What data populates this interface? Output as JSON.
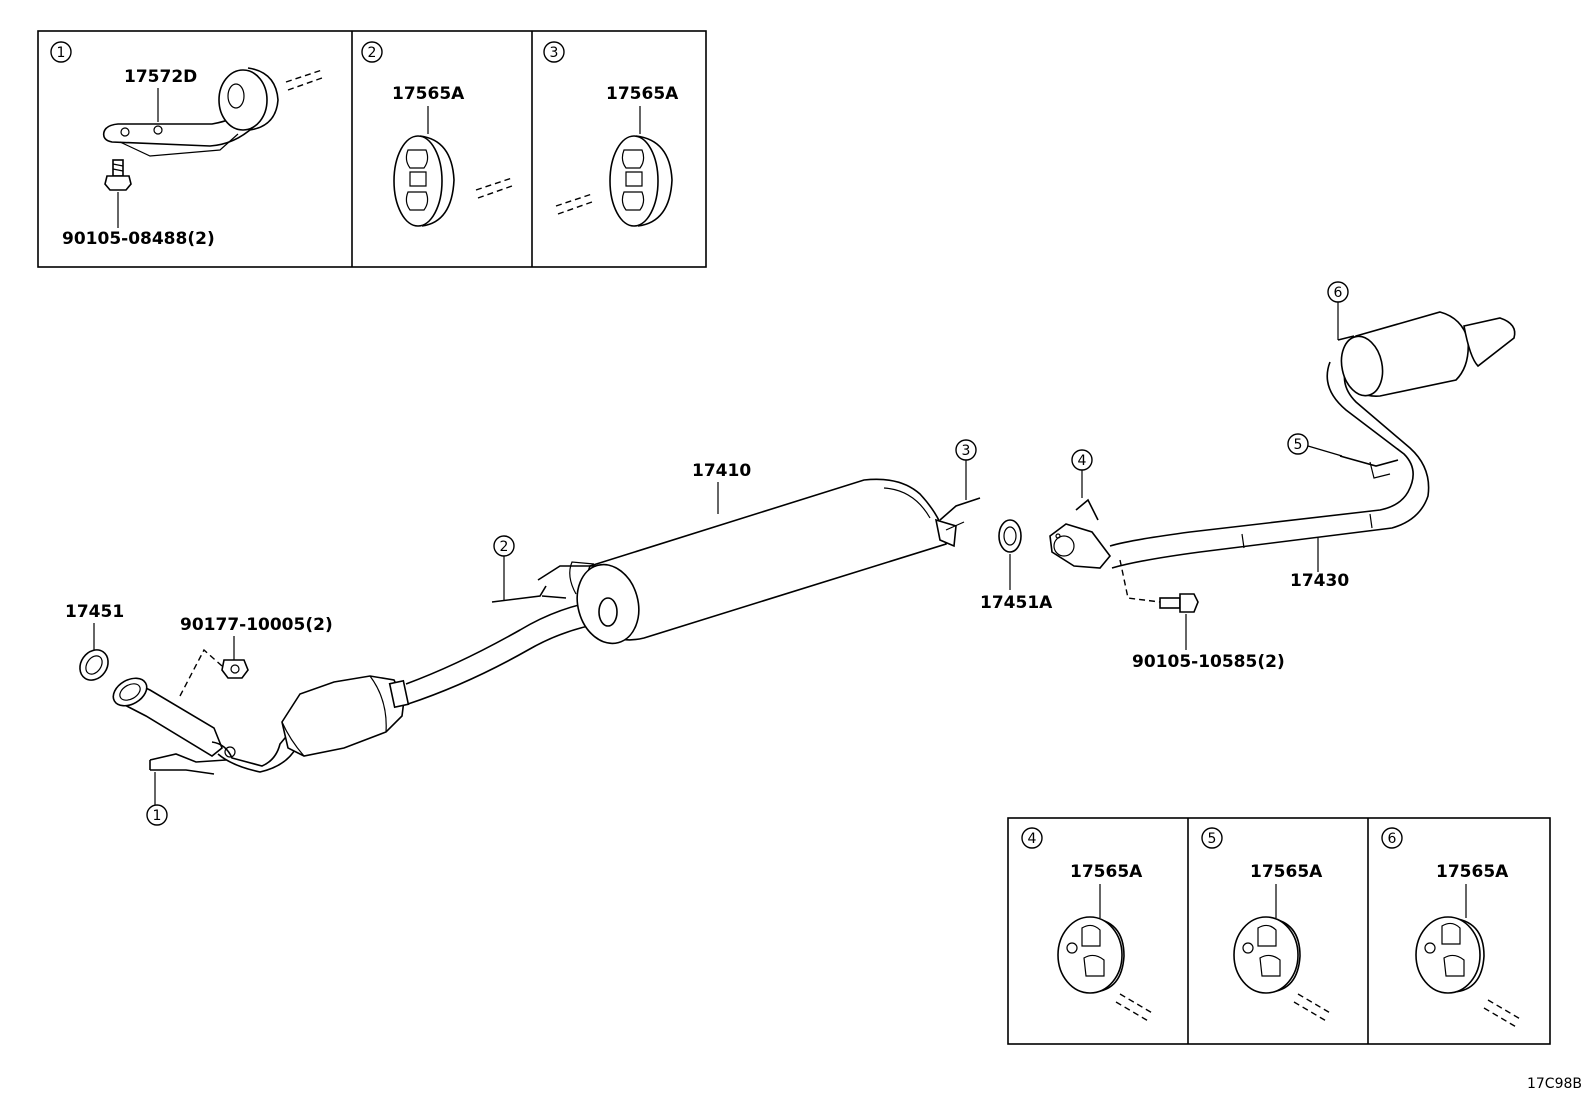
{
  "diagram_code": "17C98B",
  "parts": {
    "p17410": "17410",
    "p17430": "17430",
    "p17451": "17451",
    "p17451A": "17451A",
    "p90177": "90177-10005(2)",
    "p90105_10585": "90105-10585(2)"
  },
  "inset_top": {
    "box1": {
      "num": "1",
      "part": "17572D",
      "bolt": "90105-08488(2)"
    },
    "box2": {
      "num": "2",
      "part": "17565A"
    },
    "box3": {
      "num": "3",
      "part": "17565A"
    }
  },
  "inset_bottom": {
    "box4": {
      "num": "4",
      "part": "17565A"
    },
    "box5": {
      "num": "5",
      "part": "17565A"
    },
    "box6": {
      "num": "6",
      "part": "17565A"
    }
  },
  "callouts": {
    "c1": "1",
    "c2": "2",
    "c3": "3",
    "c4": "4",
    "c5": "5",
    "c6": "6"
  }
}
